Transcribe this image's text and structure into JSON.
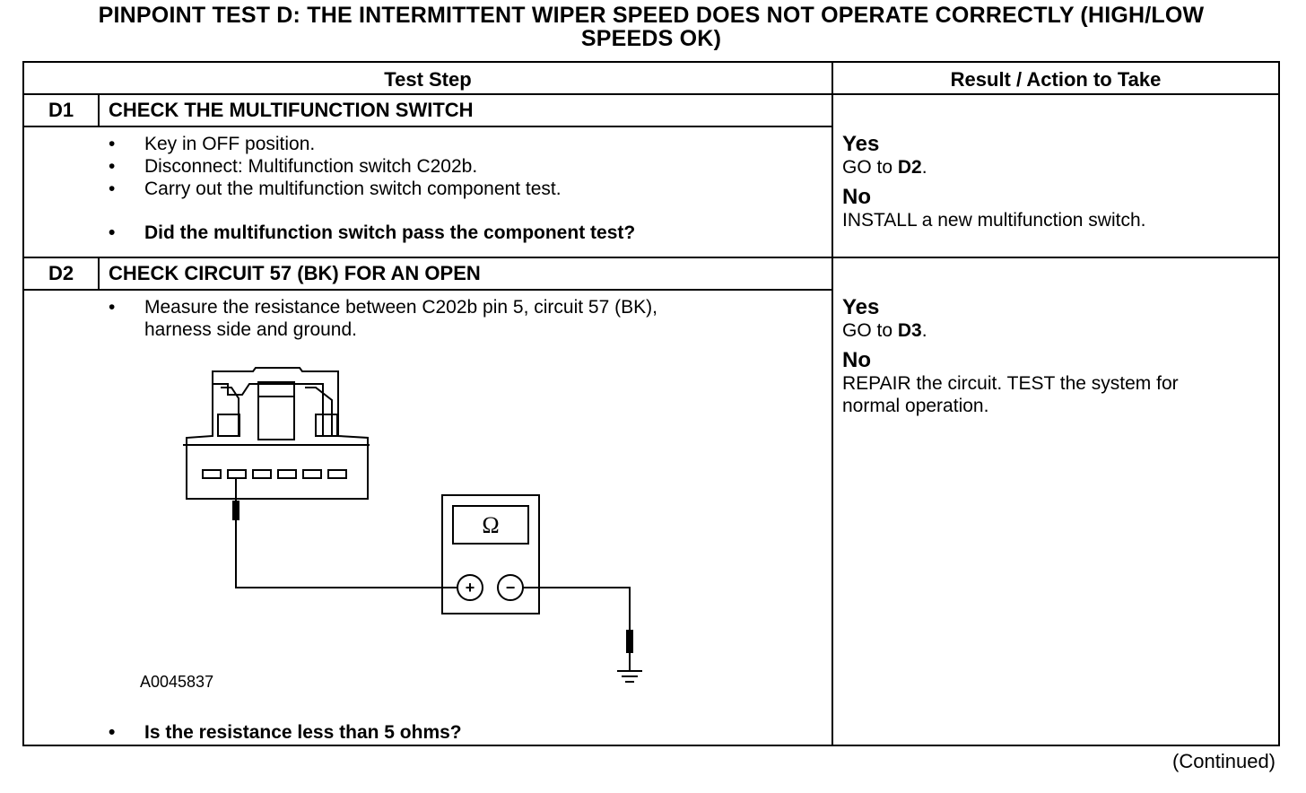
{
  "title": {
    "line1": "PINPOINT TEST  D: THE INTERMITTENT WIPER SPEED DOES NOT OPERATE CORRECTLY (HIGH/LOW",
    "line2": "SPEEDS OK)"
  },
  "table": {
    "col_test_step": "Test Step",
    "col_result": "Result / Action to Take"
  },
  "steps": [
    {
      "id": "D1",
      "heading": "CHECK THE MULTIFUNCTION SWITCH",
      "bullets": [
        "Key in OFF position.",
        "Disconnect:  Multifunction switch C202b.",
        "Carry out the multifunction switch component test."
      ],
      "question": "Did the multifunction switch pass the component test?",
      "yes_label": "Yes",
      "yes_text_pre": "GO to ",
      "yes_target": "D2",
      "yes_text_post": ".",
      "no_label": "No",
      "no_text": "INSTALL a new multifunction switch."
    },
    {
      "id": "D2",
      "heading": "CHECK CIRCUIT 57 (BK) FOR AN OPEN",
      "bullet_line1": "Measure the resistance between C202b pin 5, circuit 57 (BK),",
      "bullet_line2": "harness side and ground.",
      "question": "Is the resistance less than 5 ohms?",
      "yes_label": "Yes",
      "yes_text_pre": "GO to ",
      "yes_target": "D3",
      "yes_text_post": ".",
      "no_label": "No",
      "no_text_line1": "REPAIR the circuit. TEST the system for",
      "no_text_line2": "normal operation."
    }
  ],
  "figure": {
    "id": "A0045837",
    "meter_symbol": "Ω",
    "plus": "+",
    "minus": "−"
  },
  "footer": {
    "continued": "(Continued)"
  }
}
